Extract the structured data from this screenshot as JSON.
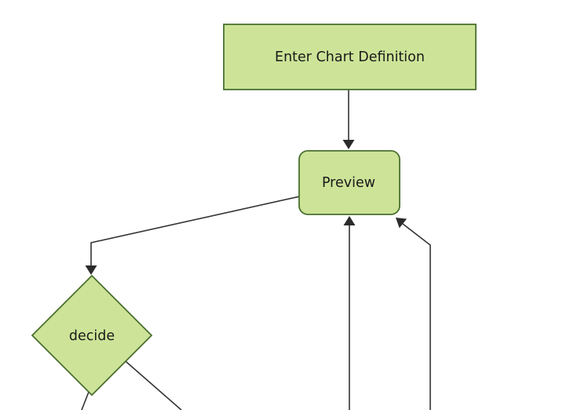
{
  "diagram": {
    "type": "flowchart",
    "direction": "top-down",
    "nodes": [
      {
        "id": "enter-chart-definition",
        "label": "Enter Chart Definition",
        "shape": "rectangle"
      },
      {
        "id": "preview",
        "label": "Preview",
        "shape": "rounded-rectangle"
      },
      {
        "id": "decide",
        "label": "decide",
        "shape": "diamond"
      }
    ],
    "edges": [
      {
        "from": "enter-chart-definition",
        "to": "preview",
        "arrow": true
      },
      {
        "from": "preview",
        "to": "decide",
        "arrow": true
      },
      {
        "from": "decide",
        "to": "offscreen-bottom-left",
        "arrow": false
      },
      {
        "from": "decide",
        "to": "offscreen-bottom-right",
        "arrow": false
      },
      {
        "from": "offscreen-bottom-center",
        "to": "preview",
        "arrow": true
      },
      {
        "from": "offscreen-bottom-right",
        "to": "preview",
        "arrow": true
      }
    ]
  },
  "colors": {
    "background": "#ffffff",
    "node_fill": "#cde498",
    "node_border": "#4a7030",
    "edge": "#333333",
    "arrowhead": "#2b2b2b",
    "text": "#1a1a1a"
  }
}
